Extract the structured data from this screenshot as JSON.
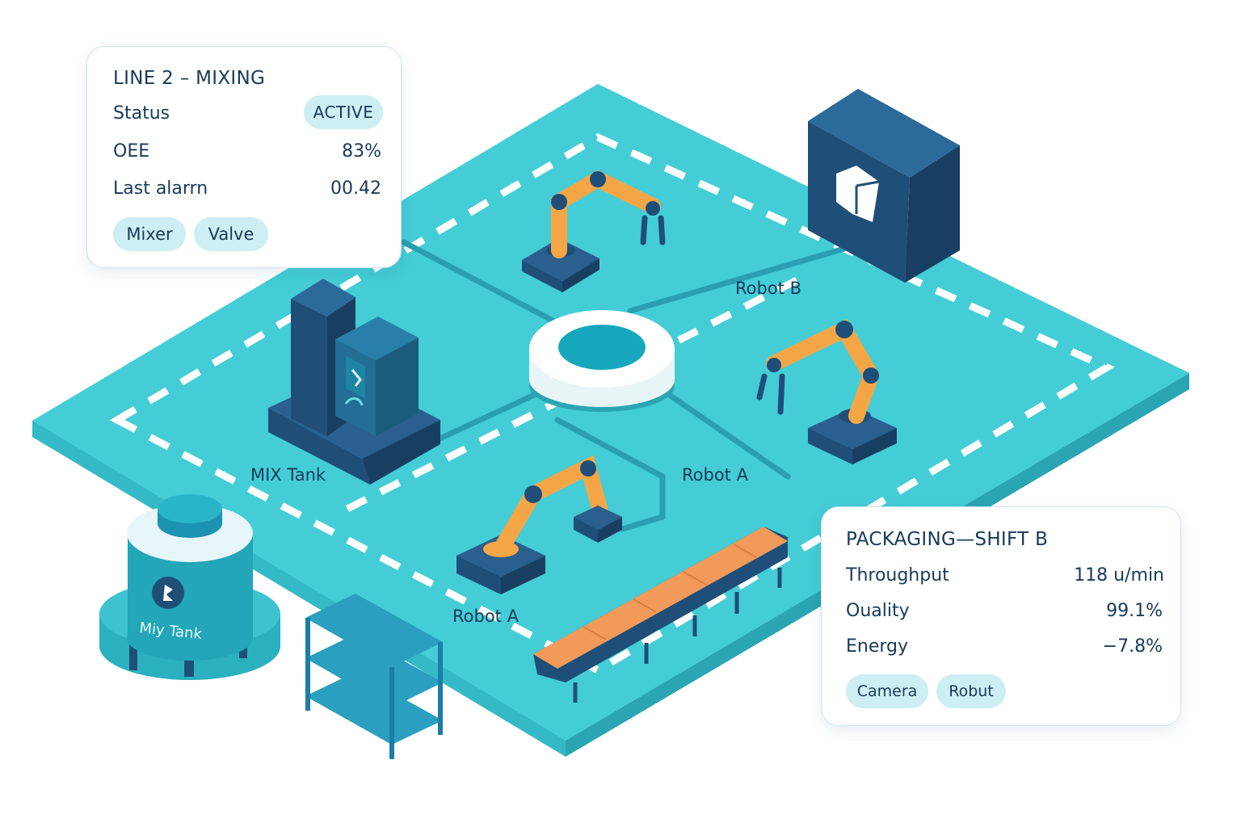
{
  "mixing_card": {
    "title": "LINE 2 – MIXING",
    "rows": [
      {
        "label": "Status",
        "value": "ACTIVE"
      },
      {
        "label": "OEE",
        "value": "83%"
      },
      {
        "label": "Last alarrn",
        "value": "00.42"
      }
    ],
    "tags": [
      "Mixer",
      "Valve"
    ]
  },
  "packaging_card": {
    "title": "PACKAGING—SHIFT B",
    "rows": [
      {
        "label": "Throughput",
        "value": "118 u/min"
      },
      {
        "label": "Ouality",
        "value": "99.1%"
      },
      {
        "label": "Energy",
        "value": "−7.8%"
      }
    ],
    "tags": [
      "Camera",
      "Robut"
    ]
  },
  "scene_labels": {
    "robot_b": "Robot B",
    "robot_a_right": "Robot A",
    "robot_a_bottom": "Robot A",
    "mix_tank": "MIX Tank",
    "miy_tank": "Miy Tank"
  },
  "colors": {
    "floor": "#44cdd6",
    "floor_side": "#2fb2c0",
    "machine_dark": "#1f4e79",
    "robot_arm": "#f4a646",
    "conveyor": "#f29a59",
    "badge_bg": "#cdeef3"
  }
}
